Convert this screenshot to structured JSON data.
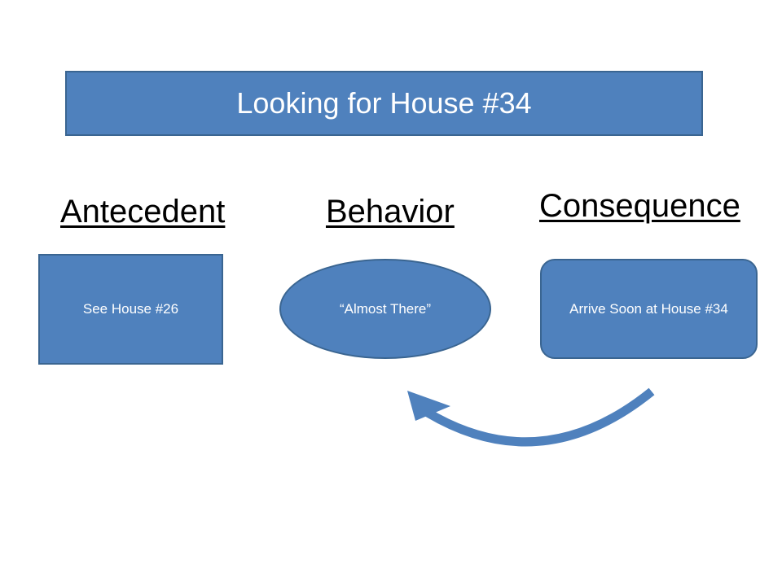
{
  "title": "Looking for House #34",
  "headings": {
    "antecedent": "Antecedent",
    "behavior": "Behavior",
    "consequence": "Consequence"
  },
  "nodes": {
    "antecedent": "See House #26",
    "behavior": "“Almost There”",
    "consequence": "Arrive Soon at House #34"
  },
  "colors": {
    "fill": "#4f81bd",
    "border": "#3a6591",
    "text": "#ffffff"
  },
  "arrow": {
    "from": "consequence",
    "to": "behavior",
    "icon": "curved-arrow-icon"
  }
}
